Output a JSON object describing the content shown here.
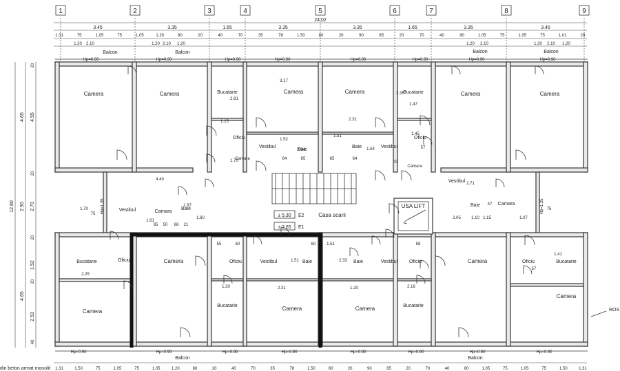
{
  "grid_axes": [
    "1",
    "2",
    "3",
    "4",
    "5",
    "6",
    "7",
    "8",
    "9"
  ],
  "top_dims": {
    "overall": "24.02",
    "bays": [
      "3.45",
      "3.35",
      "1.65",
      "3.35",
      "3.35",
      "1.65",
      "3.35",
      "3.45"
    ],
    "detail": [
      "1.31",
      "75",
      "1.05",
      "75",
      "1.05",
      "1.20",
      "80",
      "20",
      "40",
      "70",
      "35",
      "78",
      "1.50",
      "80",
      "20",
      "90",
      "85",
      "20",
      "70",
      "40",
      "80",
      "1.05",
      "75",
      "1.05",
      "75",
      "1.01",
      "20"
    ],
    "balcony_dims": [
      "1.20",
      "2.10",
      "1.20",
      "2.10",
      "1.20",
      "1.20",
      "2.10",
      "1.20",
      "2.10",
      "1.20"
    ]
  },
  "bottom_dims": {
    "detail": [
      "1.31",
      "1.50",
      "75",
      "1.05",
      "75",
      "1.05",
      "1.20",
      "80",
      "20",
      "40",
      "70",
      "35",
      "78",
      "1.50",
      "80",
      "20",
      "90",
      "85",
      "20",
      "70",
      "40",
      "80",
      "1.05",
      "75",
      "1.05",
      "75",
      "1.50",
      "1.31"
    ]
  },
  "left_dims": {
    "total": "12.80",
    "parts": [
      "4.65",
      "2.90",
      "4.65"
    ],
    "sub": [
      "4.55",
      "2.70",
      "1.52",
      "2.53"
    ],
    "small": [
      "20",
      "20",
      "20",
      "20",
      "40"
    ]
  },
  "rooms": {
    "camera": "Camera",
    "bucatarie": "Bucatarie",
    "oficiu": "Oficiu",
    "vestibul": "Vestibul",
    "baie": "Baie",
    "balcon": "Balcon",
    "casa_scarii": "Casa scarii",
    "usa_lift": "USA LIFT",
    "camara": "Camara"
  },
  "levels": {
    "e2": "± 5.30",
    "e2_tag": "E2",
    "e1": "± 2.65",
    "e1_tag": "E1"
  },
  "window_labels": {
    "hp": "Hp=0.90",
    "hp_side": "Hp=1.35"
  },
  "interior_dims": [
    "3.17",
    "2.81",
    "1.15",
    "1.52",
    "2.04",
    "1.51",
    "64",
    "65",
    "65",
    "64",
    "2.31",
    "1.54",
    "1.47",
    "2.35",
    "1.45",
    "57",
    "79",
    "4.40",
    "1.87",
    "1.61",
    "85",
    "50",
    "66",
    "21",
    "1.60",
    "2.05",
    "1.10",
    "1.15",
    "1.07",
    "2.71",
    "47",
    "55",
    "60",
    "60",
    "1.51",
    "1.51",
    "2.33",
    "2.31",
    "1.20",
    "1.20",
    "2.16",
    "2.25",
    "1.41",
    "57",
    "1.70",
    "1.70",
    "75",
    "75",
    "58"
  ],
  "footer_note": "din beton armat monolit",
  "ros_label": "ROS"
}
